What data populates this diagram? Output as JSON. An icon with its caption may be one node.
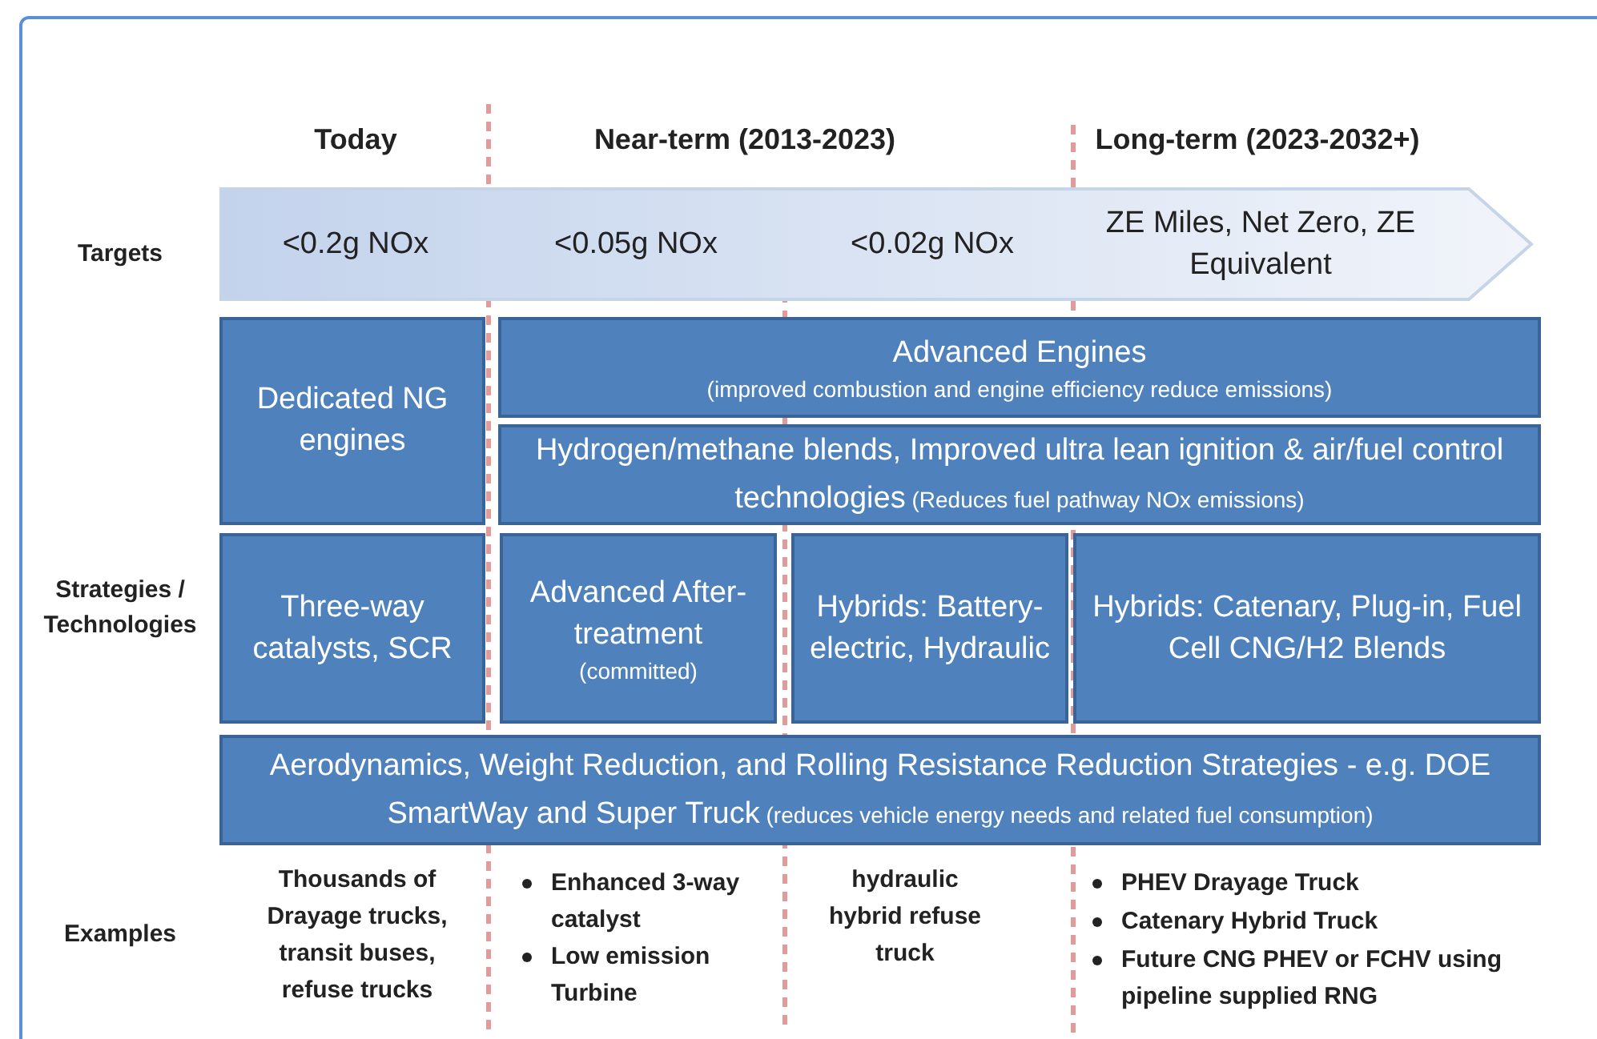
{
  "diagram": {
    "nodes": [
      {
        "text": [
          "<0.2g NOx",
          "<0.05g NOx",
          "<0.02g NOx",
          "ZE Miles, Net Zero, ZE Equivalent"
        ]
      },
      {
        "text": [
          "Dedicated NG engines"
        ]
      },
      {
        "text": [
          "Advanced Engines",
          "(improved combustion and engine efficiency reduce emissions)"
        ]
      },
      {
        "text": [
          "Hydrogen/methane blends, Improved ultra lean ignition & air/fuel control technologies",
          "(Reduces fuel pathway NOx emissions)"
        ]
      },
      {
        "text": [
          "Three-way catalysts, SCR"
        ]
      },
      {
        "text": [
          "Advanced After-treatment",
          "(committed)"
        ]
      },
      {
        "text": [
          "Hybrids: Battery-electric, Hydraulic"
        ]
      },
      {
        "text": [
          "Hybrids: Catenary, Plug-in, Fuel Cell CNG/H2 Blends"
        ]
      },
      {
        "text": [
          "Aerodynamics, Weight Reduction, and Rolling Resistance Reduction Strategies - e.g. DOE SmartWay and Super Truck",
          "(reduces vehicle energy needs and related fuel consumption)"
        ]
      }
    ],
    "labels": [
      "Today",
      "Near-term (2013-2023)",
      "Long-term (2023-2032+)",
      "Targets",
      "Strategies / Technologies",
      "Examples",
      "Thousands of Drayage trucks, transit buses, refuse trucks",
      "Enhanced 3-way catalyst",
      "Low emission Turbine",
      "hydraulic hybrid refuse truck",
      "PHEV Drayage Truck",
      "Catenary Hybrid Truck",
      "Future CNG PHEV or FCHV using pipeline supplied RNG"
    ]
  }
}
